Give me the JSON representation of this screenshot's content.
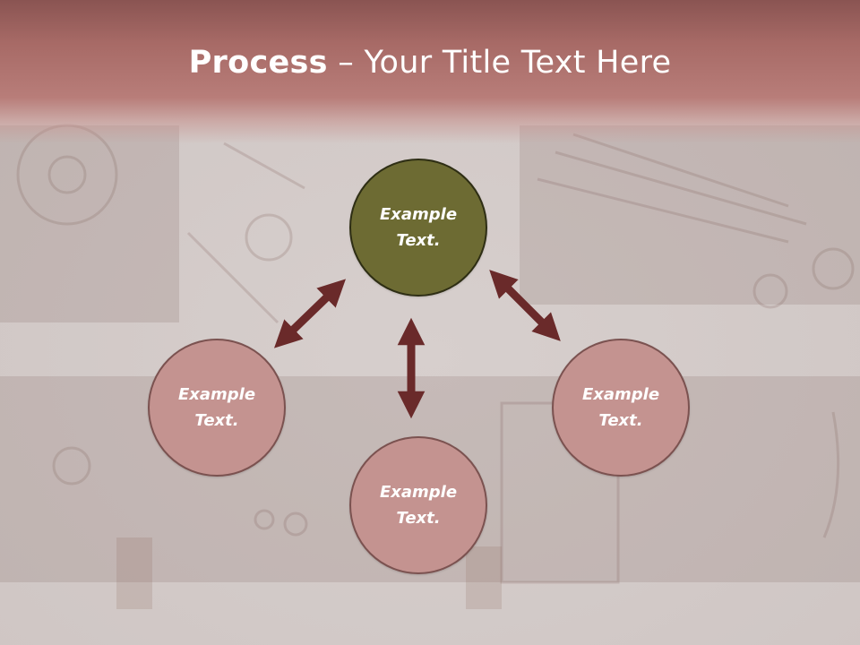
{
  "slide": {
    "title_bold": "Process",
    "title_rest": " – Your Title Text Here"
  },
  "diagram": {
    "nodes": {
      "top": "Example\nText.",
      "left": "Example\nText.",
      "bottom": "Example\nText.",
      "right": "Example\nText."
    }
  },
  "colors": {
    "title_band": "#a76a66",
    "center_node": "#6d6b33",
    "outer_node": "#c49390",
    "arrow": "#6a2a2a"
  }
}
